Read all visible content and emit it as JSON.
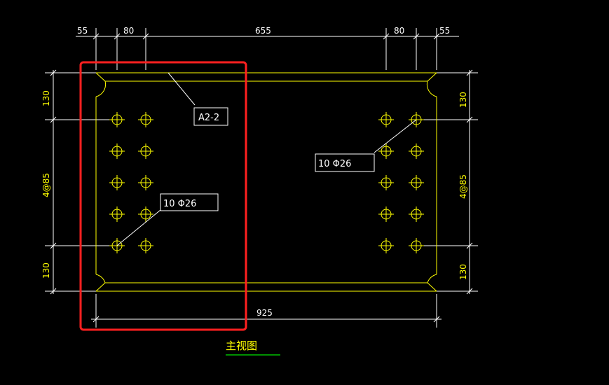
{
  "dimensions": {
    "top": [
      "55",
      "80",
      "655",
      "80",
      "55"
    ],
    "bottom": "925",
    "left": [
      "130",
      "4@85",
      "130"
    ],
    "right": [
      "130",
      "4@85",
      "130"
    ]
  },
  "labels": {
    "section": "A2-2",
    "bolt_left": "10 Φ26",
    "bolt_right": "10 Φ26"
  },
  "view_title": "主视图",
  "colors": {
    "background": "#000000",
    "plate": "#ffff00",
    "dimension": "#ffffff",
    "highlight": "#ff2020",
    "underline": "#00c000"
  },
  "bolt_grid": {
    "rows": 5,
    "columns_per_group": 2,
    "groups": 2
  }
}
